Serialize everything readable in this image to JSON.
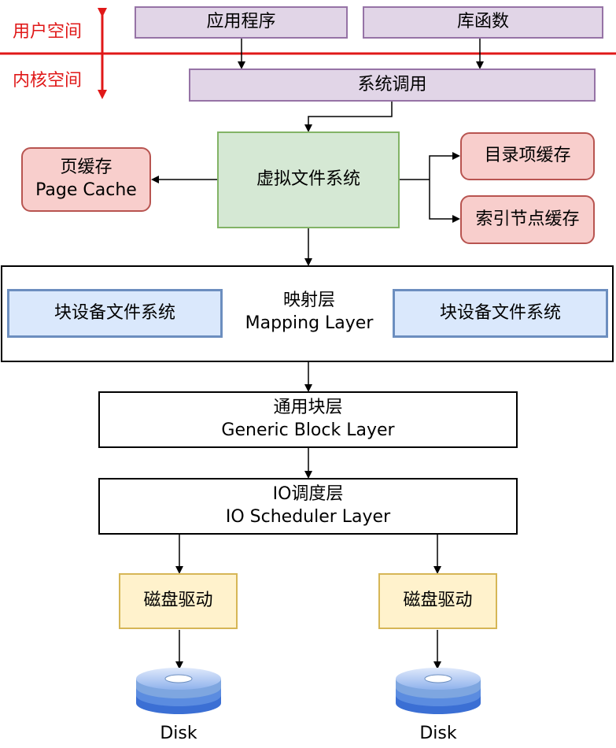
{
  "layers": {
    "user_space": "用户空间",
    "kernel_space": "内核空间"
  },
  "user": {
    "app": "应用程序",
    "lib": "库函数"
  },
  "syscall": "系统调用",
  "vfs": "虚拟文件系统",
  "page_cache": {
    "line1": "页缓存",
    "line2": "Page Cache"
  },
  "dentry_cache": "目录项缓存",
  "inode_cache": "索引节点缓存",
  "mapping": {
    "left_fs": "块设备文件系统",
    "right_fs": "块设备文件系统",
    "line1": "映射层",
    "line2": "Mapping Layer"
  },
  "generic_block": {
    "line1": "通用块层",
    "line2": "Generic Block Layer"
  },
  "io_scheduler": {
    "line1": "IO调度层",
    "line2": "IO Scheduler Layer"
  },
  "drivers": {
    "left": "磁盘驱动",
    "right": "磁盘驱动"
  },
  "disks": {
    "left": "Disk",
    "right": "Disk"
  },
  "colors": {
    "user_kernel": "#e1d5e7",
    "cache": "#f8cecc",
    "vfs": "#d5e8d4",
    "block_fs": "#dae8fc",
    "driver": "#fff2cc",
    "divider": "#e01818",
    "disk": "#7ea6e0"
  }
}
